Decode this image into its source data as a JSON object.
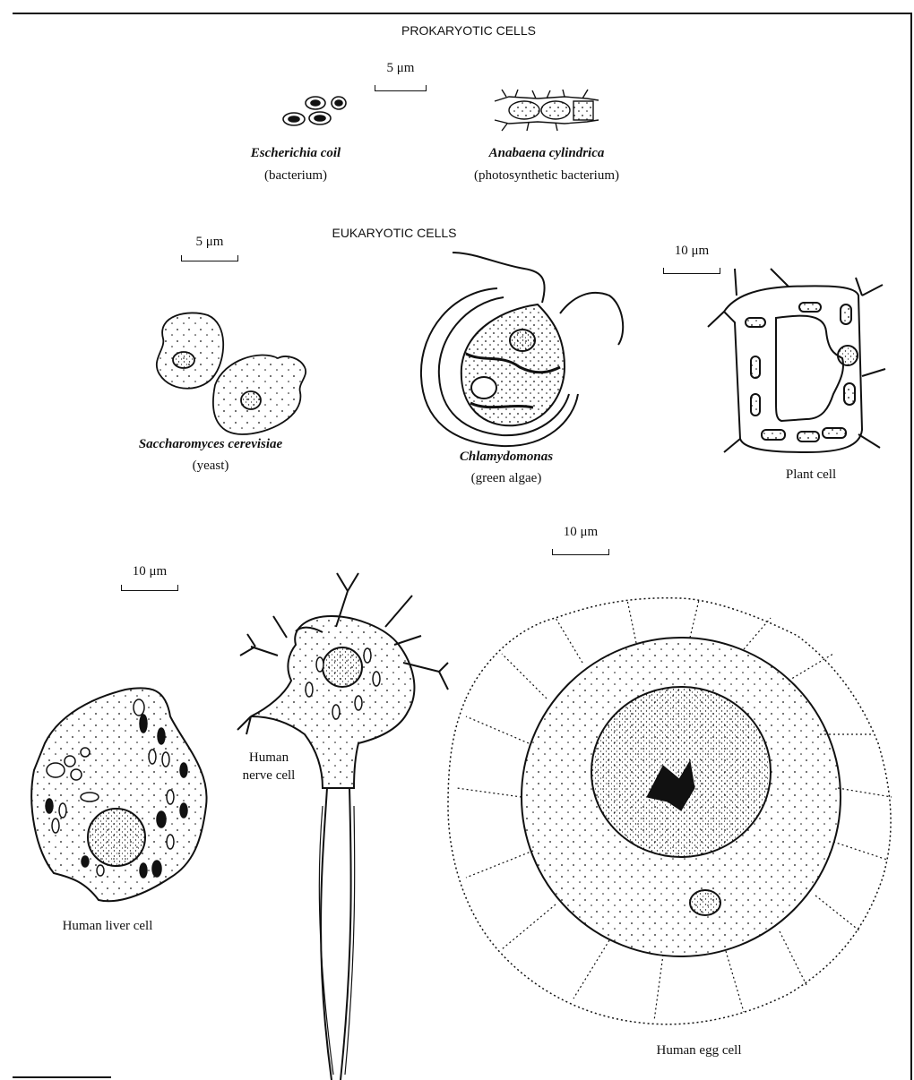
{
  "sections": {
    "prokaryotic_title": "PROKARYOTIC CELLS",
    "eukaryotic_title": "EUKARYOTIC CELLS"
  },
  "scale_bars": {
    "prokaryote": "5 μm",
    "yeast": "5 μm",
    "plant": "10 μm",
    "liver": "10 μm",
    "egg": "10 μm"
  },
  "cells": {
    "ecoli": {
      "name": "Escherichia coil",
      "desc": "(bacterium)"
    },
    "anabaena": {
      "name": "Anabaena cylindrica",
      "desc": "(photosynthetic bacterium)"
    },
    "yeast": {
      "name": "Saccharomyces cerevisiae",
      "desc": "(yeast)"
    },
    "chlamydomonas": {
      "name": "Chlamydomonas",
      "desc": "(green algae)"
    },
    "plant": {
      "name": "Plant cell"
    },
    "liver": {
      "name": "Human liver cell"
    },
    "nerve": {
      "name_line1": "Human",
      "name_line2": "nerve cell"
    },
    "egg": {
      "name": "Human egg cell"
    }
  },
  "colors": {
    "ink": "#111111",
    "paper": "#ffffff"
  }
}
